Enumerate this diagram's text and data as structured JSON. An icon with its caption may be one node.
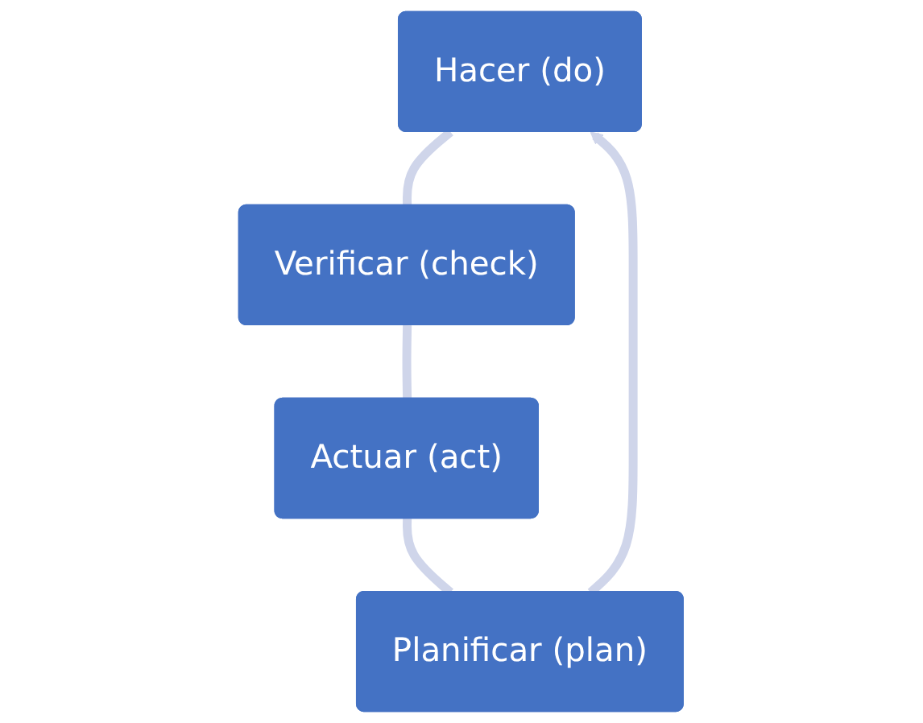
{
  "diagram": {
    "nodes": [
      {
        "text": [
          "Hacer (do)"
        ]
      },
      {
        "text": [
          "Planificar (plan)"
        ]
      },
      {
        "text": [
          "Verificar (check)"
        ]
      },
      {
        "text": [
          "Actuar (act)"
        ]
      }
    ],
    "edges": [
      {
        "from": 1,
        "to": 0,
        "arrow": "to"
      },
      {
        "from": 0,
        "to": 2,
        "arrow": "none"
      },
      {
        "from": 2,
        "to": 3,
        "arrow": "none"
      },
      {
        "from": 3,
        "to": 1,
        "arrow": "none"
      }
    ]
  }
}
